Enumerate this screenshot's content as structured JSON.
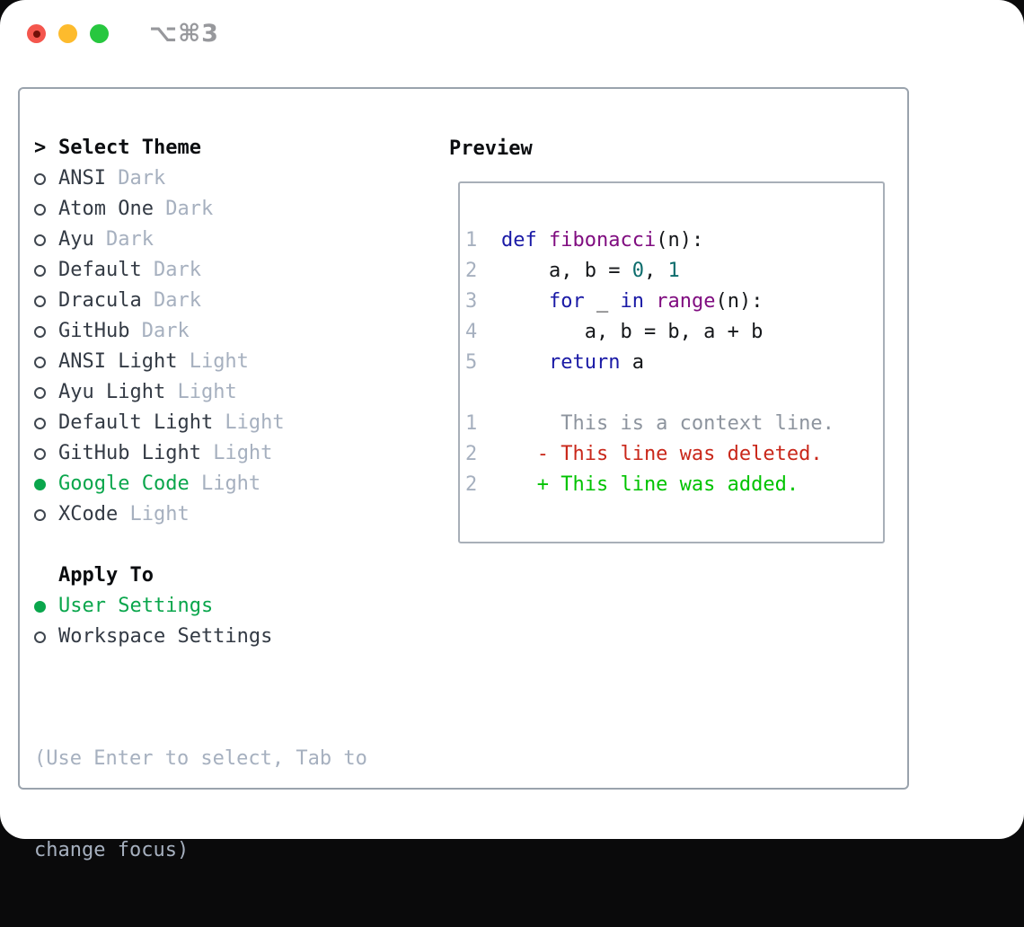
{
  "window": {
    "title": "⌥⌘3",
    "traffic_lights": [
      {
        "name": "close",
        "color": "#f4564d"
      },
      {
        "name": "minimize",
        "color": "#fdbb2d"
      },
      {
        "name": "zoom",
        "color": "#27c73f"
      }
    ]
  },
  "theme_panel": {
    "header": {
      "prefix": ">",
      "label": "Select Theme"
    },
    "themes": [
      {
        "name": "ANSI",
        "variant": "Dark",
        "selected": false
      },
      {
        "name": "Atom One",
        "variant": "Dark",
        "selected": false
      },
      {
        "name": "Ayu",
        "variant": "Dark",
        "selected": false
      },
      {
        "name": "Default",
        "variant": "Dark",
        "selected": false
      },
      {
        "name": "Dracula",
        "variant": "Dark",
        "selected": false
      },
      {
        "name": "GitHub",
        "variant": "Dark",
        "selected": false
      },
      {
        "name": "ANSI Light",
        "variant": "Light",
        "selected": false
      },
      {
        "name": "Ayu Light",
        "variant": "Light",
        "selected": false
      },
      {
        "name": "Default Light",
        "variant": "Light",
        "selected": false
      },
      {
        "name": "GitHub Light",
        "variant": "Light",
        "selected": false
      },
      {
        "name": "Google Code",
        "variant": "Light",
        "selected": true
      },
      {
        "name": "XCode",
        "variant": "Light",
        "selected": false
      }
    ],
    "apply_to": {
      "label": "Apply To",
      "options": [
        {
          "name": "User Settings",
          "selected": true
        },
        {
          "name": "Workspace Settings",
          "selected": false
        }
      ]
    },
    "hint_lines": [
      "(Use Enter to select, Tab to",
      "change focus)"
    ]
  },
  "preview": {
    "label": "Preview",
    "code_lines": [
      {
        "num": "1",
        "segs": [
          [
            "kw",
            "def"
          ],
          [
            "pl",
            " "
          ],
          [
            "fn",
            "fibonacci"
          ],
          [
            "pl",
            "(n):"
          ]
        ]
      },
      {
        "num": "2",
        "segs": [
          [
            "pl",
            "    a, b = "
          ],
          [
            "lit",
            "0"
          ],
          [
            "pl",
            ", "
          ],
          [
            "lit",
            "1"
          ]
        ]
      },
      {
        "num": "3",
        "segs": [
          [
            "pl",
            "    "
          ],
          [
            "kw",
            "for"
          ],
          [
            "pl",
            " _ "
          ],
          [
            "kw",
            "in"
          ],
          [
            "pl",
            " "
          ],
          [
            "fn",
            "range"
          ],
          [
            "pl",
            "(n):"
          ]
        ]
      },
      {
        "num": "4",
        "segs": [
          [
            "pl",
            "       a, b = b, a + b"
          ]
        ]
      },
      {
        "num": "5",
        "segs": [
          [
            "pl",
            "    "
          ],
          [
            "kw",
            "return"
          ],
          [
            "pl",
            " a"
          ]
        ]
      }
    ],
    "diff_lines": [
      {
        "num": "1",
        "type": "context",
        "text": "     This is a context line."
      },
      {
        "num": "2",
        "type": "deleted",
        "text": "   - This line was deleted."
      },
      {
        "num": "2",
        "type": "added",
        "text": "   + This line was added."
      }
    ]
  },
  "colors": {
    "selected_green": "#0aa64c",
    "diff_added_green": "#00c300",
    "diff_deleted_red": "#c9271a",
    "keyword_blue": "#1a1aa6",
    "function_purple": "#800d80",
    "literal_teal": "#0c6c6c",
    "muted_gray": "#a6b0bf",
    "context_gray": "#8d949e"
  }
}
